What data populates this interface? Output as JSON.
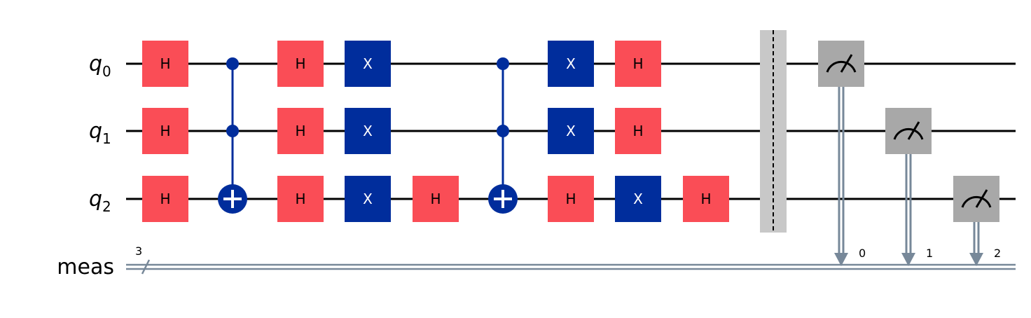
{
  "qubits": [
    {
      "letter": "q",
      "index": "0"
    },
    {
      "letter": "q",
      "index": "1"
    },
    {
      "letter": "q",
      "index": "2"
    }
  ],
  "classical_register": {
    "label": "meas",
    "width": "3",
    "bit_labels": [
      "0",
      "1",
      "2"
    ]
  },
  "colors": {
    "h_gate": "#fa4d56",
    "x_gate": "#002d9c",
    "measure_gate": "#a8a8a8",
    "barrier": "#c8c8c8",
    "classical_wire": "#778899",
    "qubit_wire": "#000000"
  },
  "gates": [
    {
      "type": "H",
      "label": "H",
      "qubits": [
        0
      ],
      "column": 0
    },
    {
      "type": "H",
      "label": "H",
      "qubits": [
        1
      ],
      "column": 0
    },
    {
      "type": "H",
      "label": "H",
      "qubits": [
        2
      ],
      "column": 0
    },
    {
      "type": "CCX",
      "controls": [
        0,
        1
      ],
      "target": 2,
      "column": 1
    },
    {
      "type": "H",
      "label": "H",
      "qubits": [
        0
      ],
      "column": 2
    },
    {
      "type": "H",
      "label": "H",
      "qubits": [
        1
      ],
      "column": 2
    },
    {
      "type": "H",
      "label": "H",
      "qubits": [
        2
      ],
      "column": 2
    },
    {
      "type": "X",
      "label": "X",
      "qubits": [
        0
      ],
      "column": 3
    },
    {
      "type": "X",
      "label": "X",
      "qubits": [
        1
      ],
      "column": 3
    },
    {
      "type": "X",
      "label": "X",
      "qubits": [
        2
      ],
      "column": 3
    },
    {
      "type": "H",
      "label": "H",
      "qubits": [
        2
      ],
      "column": 4
    },
    {
      "type": "CCX",
      "controls": [
        0,
        1
      ],
      "target": 2,
      "column": 5
    },
    {
      "type": "X",
      "label": "X",
      "qubits": [
        0
      ],
      "column": 6
    },
    {
      "type": "X",
      "label": "X",
      "qubits": [
        1
      ],
      "column": 6
    },
    {
      "type": "H",
      "label": "H",
      "qubits": [
        2
      ],
      "column": 6
    },
    {
      "type": "H",
      "label": "H",
      "qubits": [
        0
      ],
      "column": 7
    },
    {
      "type": "H",
      "label": "H",
      "qubits": [
        1
      ],
      "column": 7
    },
    {
      "type": "X",
      "label": "X",
      "qubits": [
        2
      ],
      "column": 7
    },
    {
      "type": "H",
      "label": "H",
      "qubits": [
        2
      ],
      "column": 8
    },
    {
      "type": "BARRIER",
      "qubits": [
        0,
        1,
        2
      ],
      "column": 9
    },
    {
      "type": "MEASURE",
      "qubit": 0,
      "clbit": 0,
      "column": 10
    },
    {
      "type": "MEASURE",
      "qubit": 1,
      "clbit": 1,
      "column": 11
    },
    {
      "type": "MEASURE",
      "qubit": 2,
      "clbit": 2,
      "column": 12
    }
  ]
}
